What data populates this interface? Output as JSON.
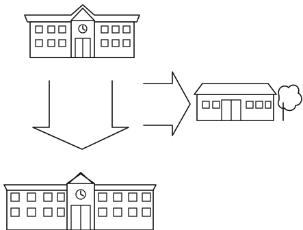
{
  "diagram": {
    "nodes": [
      {
        "id": "school-top",
        "kind": "school-building",
        "icon": "school-building-icon",
        "label": ""
      },
      {
        "id": "school-bottom",
        "kind": "school-building",
        "icon": "school-building-icon",
        "label": ""
      },
      {
        "id": "small-house",
        "kind": "house-with-tree",
        "icon": "house-with-tree-icon",
        "label": ""
      }
    ],
    "arrows": [
      {
        "from": "school-top",
        "to": "school-bottom",
        "direction": "down",
        "icon": "down-arrow-icon"
      },
      {
        "from": "school-top",
        "to": "small-house",
        "direction": "right",
        "icon": "right-arrow-icon"
      }
    ],
    "line_color": "#111111",
    "fill_color": "#ffffff"
  }
}
